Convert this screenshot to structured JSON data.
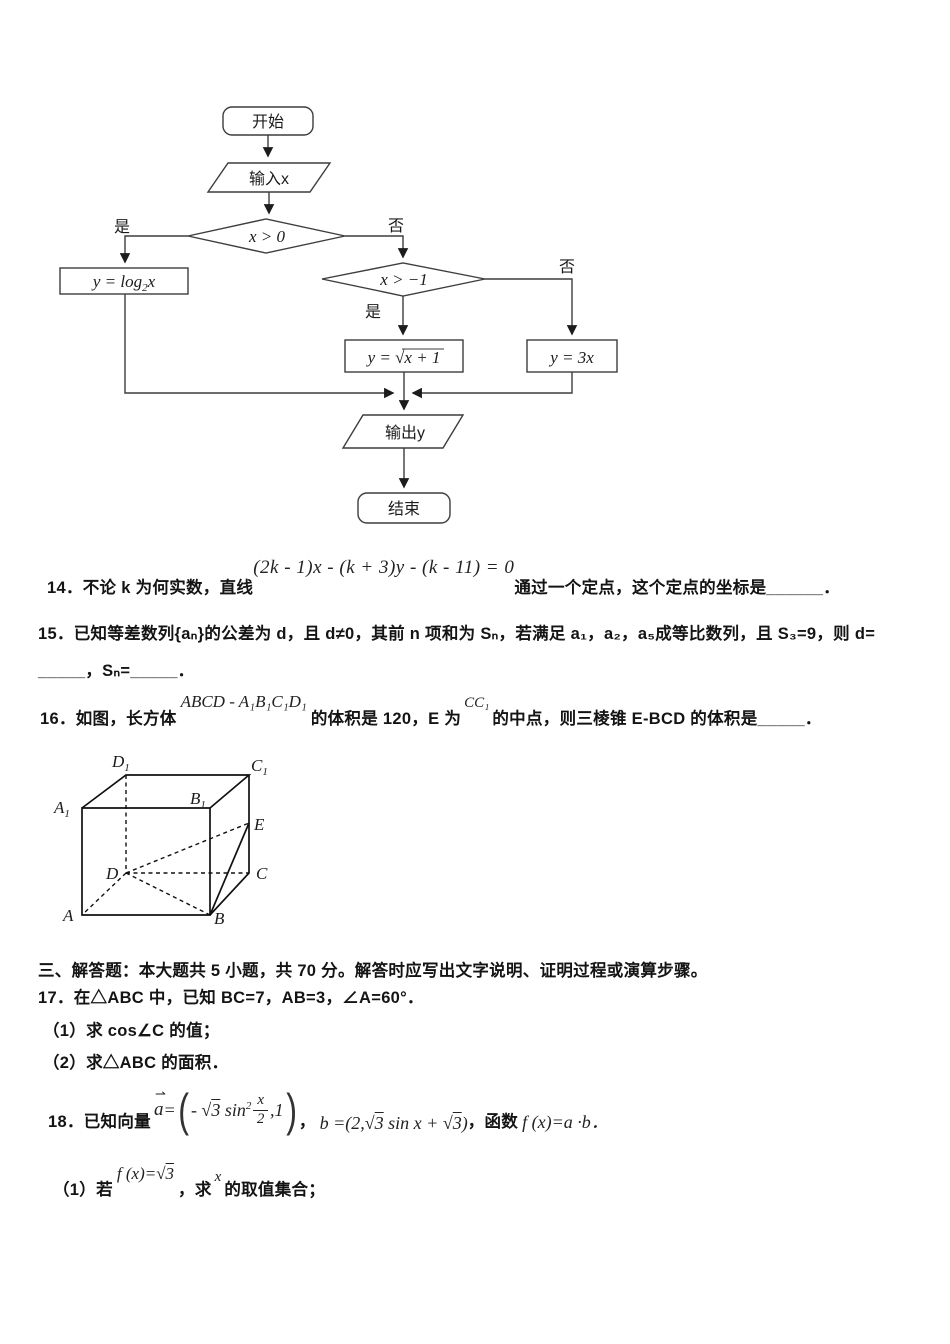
{
  "flowchart": {
    "start": "开始",
    "input": "输入x",
    "cond1": "x > 0",
    "cond2": "x > −1",
    "yes1": "是",
    "no1": "否",
    "yes2": "是",
    "no2": "否",
    "log_pre": "y = log",
    "log_sub": "2",
    "log_post": "x",
    "sqrt_text": "y = √x + 1",
    "three_x": "y = 3x",
    "output": "输出y",
    "end": "结束"
  },
  "questions": {
    "q14": {
      "prefix": "14．不论 k 为何实数，直线",
      "formula": "(2k - 1)x - (k + 3)y - (k - 11) = 0",
      "suffix": "通过一个定点，这个定点的坐标是______．"
    },
    "q15": {
      "line1": "15．已知等差数列{aₙ}的公差为 d，且 d≠0，其前 n 项和为 Sₙ，若满足 a₁，a₂，a₅成等比数列，且 S₃=9，则 d=",
      "line2": "_____，Sₙ=_____．"
    },
    "q16": {
      "prefix": "16．如图，长方体",
      "formula1": "ABCD - A₁B₁C₁D₁",
      "mid": "的体积是 120，E 为",
      "formula2": "CC₁",
      "suffix": "的中点，则三棱锥 E-BCD 的体积是_____．"
    },
    "section3": "三、解答题：本大题共 5 小题，共 70 分。解答时应写出文字说明、证明过程或演算步骤。",
    "q17": {
      "line1": "17．在△ABC 中，已知 BC=7，AB=3，∠A=60°．",
      "part1": "（1）求 cos∠C 的值；",
      "part2": "（2）求△ABC 的面积．"
    },
    "q18": {
      "prefix": "18．已知向量",
      "a": {
        "sym": "a",
        "arrow": "⇀",
        "eq": " =",
        "open": "(",
        "p1": "- √",
        "r1": "3",
        "p2": " sin",
        "sup": "2",
        "num": "x",
        "den": "2",
        "p3": ",1",
        "close": ")"
      },
      "comma1": "，",
      "b": {
        "p1": "b =(2,√",
        "r1": "3",
        "p2": " sin x + √",
        "r2": "3",
        "p3": ")"
      },
      "comma2": "，函数",
      "f_def": "f (x)=a ·b．",
      "part1": {
        "p0": "（1）若",
        "f1": "f (x)=√",
        "r1": "3",
        "mid": "，求",
        "var": "x",
        "tail": "的取值集合；"
      }
    }
  },
  "figure16": {
    "labels": {
      "A": "A",
      "B": "B",
      "C": "C",
      "D": "D",
      "E": "E",
      "A1_main": "A",
      "A1_sub": "1",
      "B1_main": "B",
      "B1_sub": "1",
      "C1_main": "C",
      "C1_sub": "1",
      "D1_main": "D",
      "D1_sub": "1"
    }
  }
}
